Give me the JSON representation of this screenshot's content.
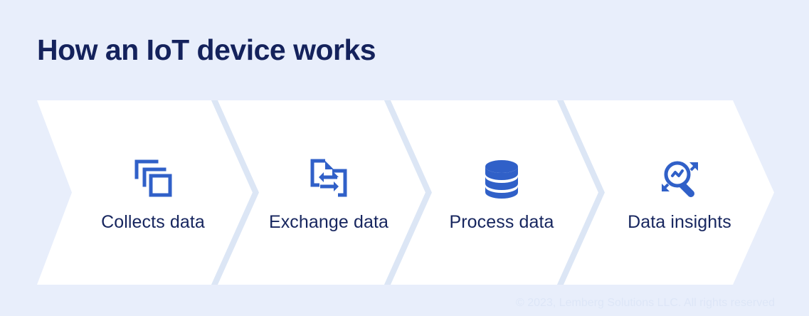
{
  "title": "How an IoT device works",
  "colors": {
    "background": "#e8eefb",
    "chevron_fill": "#ffffff",
    "chevron_gap": "#dce6f5",
    "title_text": "#14225c",
    "label_text": "#16255e",
    "icon_blue": "#3060c8",
    "footer_text": "#dde6f7"
  },
  "steps": [
    {
      "label": "Collects data",
      "icon": "stacked-squares-icon"
    },
    {
      "label": "Exchange data",
      "icon": "documents-exchange-icon"
    },
    {
      "label": "Process data",
      "icon": "database-icon"
    },
    {
      "label": "Data insights",
      "icon": "magnifier-trend-icon"
    }
  ],
  "footer": {
    "copyright": "© 2023, Lemberg Solutions LLC. All rights reserved"
  }
}
